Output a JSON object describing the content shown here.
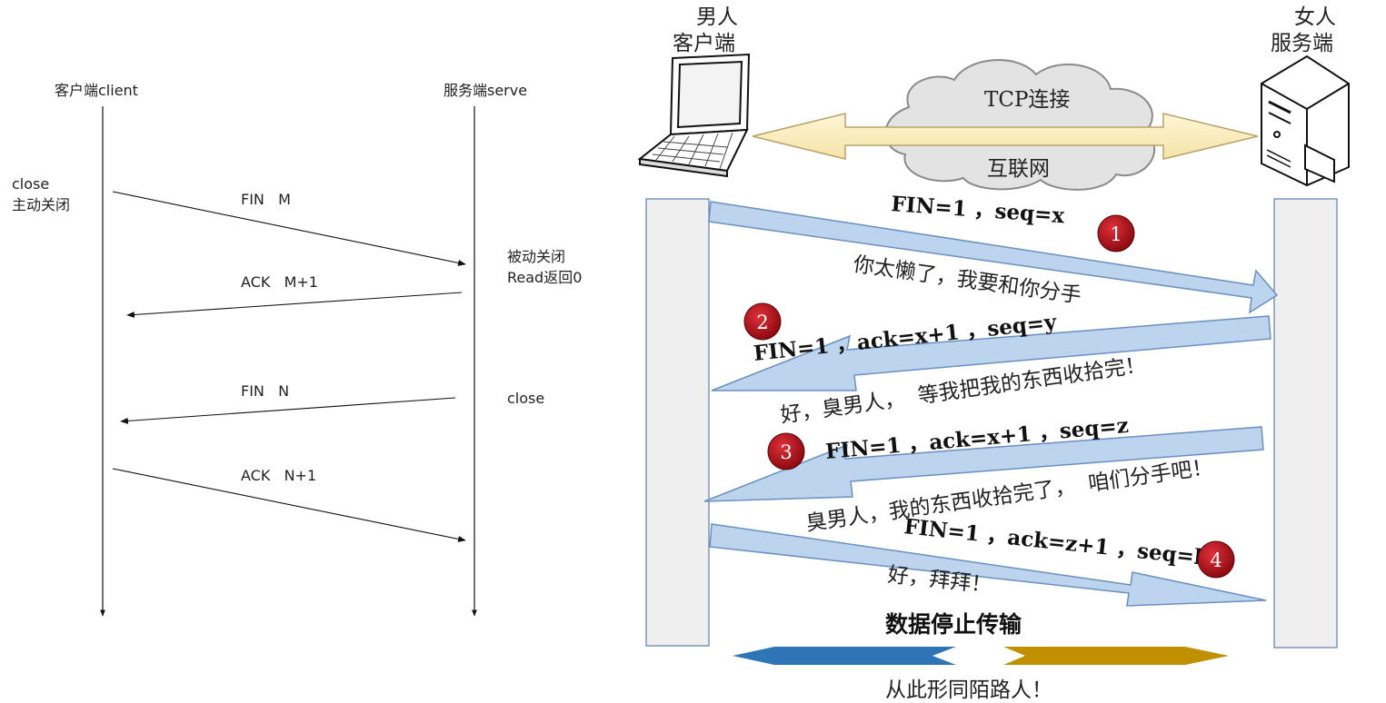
{
  "left_diagram": {
    "client_header": "客户端client",
    "server_header": "服务端serve",
    "client_close": "close",
    "client_active_close": "主动关闭",
    "server_passive_close": "被动关闭",
    "server_read_zero": "Read返回0",
    "server_close": "close",
    "messages": [
      "FIN   M",
      "ACK   M+1",
      "FIN   N",
      "ACK   N+1"
    ]
  },
  "right_diagram": {
    "client_role": "男人",
    "client_label": "客户端",
    "server_role": "女人",
    "server_label": "服务端",
    "cloud_top": "TCP连接",
    "cloud_bottom": "互联网",
    "steps": [
      {
        "num": "1",
        "packet": "FIN=1 ，seq=x",
        "caption": "你太懒了，我要和你分手"
      },
      {
        "num": "2",
        "packet": "FIN=1 ，ack=x+1 ，seq=y",
        "caption": "好，臭男人，  等我把我的东西收拾完！"
      },
      {
        "num": "3",
        "packet": "FIN=1 ，ack=x+1 ，seq=z",
        "caption": "臭男人，我的东西收拾完了，  咱们分手吧！"
      },
      {
        "num": "4",
        "packet": "FIN=1 ，ack=z+1 ，seq=h",
        "caption": "好，拜拜！"
      }
    ],
    "stop_title": "数据停止传输",
    "footer": "从此形同陌路人！",
    "colors": {
      "arrow_fill": "#bcd4ee",
      "arrow_stroke": "#6b8fbf",
      "badge": "#b5121b",
      "blue": "#2e75b6",
      "gold": "#c09000"
    }
  }
}
